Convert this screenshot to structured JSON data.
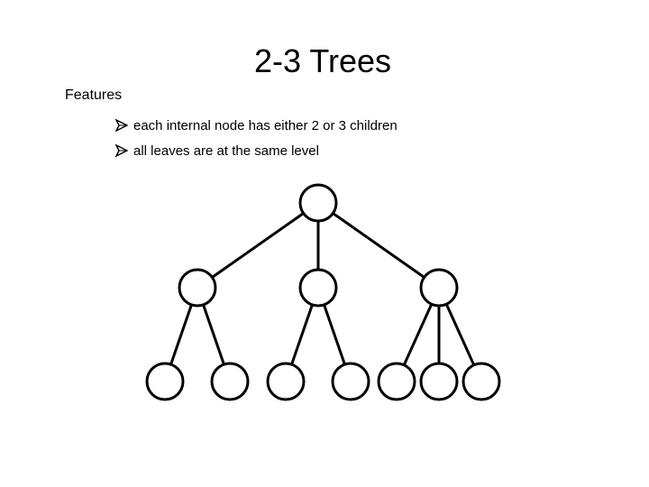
{
  "slide": {
    "title": "2-3 Trees",
    "section_label": "Features",
    "bullets": [
      {
        "text": "each internal node has either 2 or 3 children",
        "icon": "arrow-bullet-icon"
      },
      {
        "text": "all leaves are at the same level",
        "icon": "arrow-bullet-icon"
      }
    ]
  },
  "tree": {
    "root": {
      "children": [
        {
          "children": [
            {},
            {}
          ]
        },
        {
          "children": [
            {},
            {}
          ]
        },
        {
          "children": [
            {},
            {},
            {}
          ]
        }
      ]
    },
    "colors": {
      "stroke": "#000000",
      "fill": "#ffffff"
    }
  }
}
